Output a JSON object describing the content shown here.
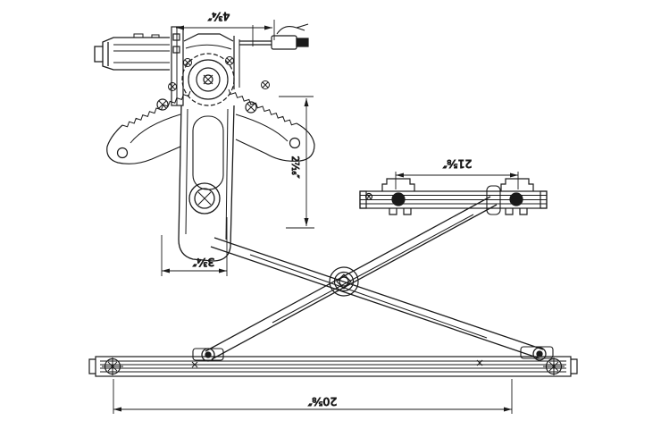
{
  "drawing": {
    "type": "technical line drawing",
    "subject": "power window regulator assembly with electric motor (drawing shown rotated 180°)",
    "background_color": "#ffffff",
    "line_color": "#1a1a1a",
    "dimensions": {
      "top_width": "4¾″",
      "pivot_height": "2⁷⁄₁₆″",
      "arm_base_width": "3¾″",
      "sash_channel_width": "21⅝″",
      "bottom_rail_width": "20⅝″"
    }
  }
}
